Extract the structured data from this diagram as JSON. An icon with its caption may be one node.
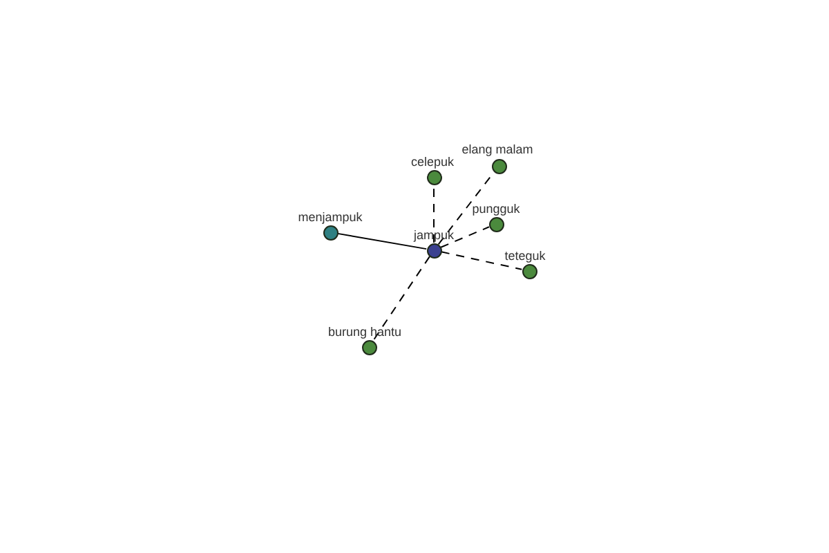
{
  "diagram": {
    "nodes": [
      {
        "text": [],
        "shape": "circle",
        "beside": [
          "jampuk"
        ]
      },
      {
        "text": [],
        "shape": "circle",
        "beside": [
          "menjampuk"
        ]
      },
      {
        "text": [],
        "shape": "circle",
        "beside": [
          "celepuk"
        ]
      },
      {
        "text": [],
        "shape": "circle",
        "beside": [
          "elang malam"
        ]
      },
      {
        "text": [],
        "shape": "circle",
        "beside": [
          "pungguk"
        ]
      },
      {
        "text": [],
        "shape": "circle",
        "beside": [
          "teteguk"
        ]
      },
      {
        "text": [],
        "shape": "circle",
        "beside": [
          "burung hantu"
        ]
      }
    ],
    "edges": [
      {
        "from": 0,
        "to": 1,
        "arrow": "none"
      },
      {
        "from": 0,
        "to": 2,
        "arrow": "none",
        "style": "dashed"
      },
      {
        "from": 0,
        "to": 3,
        "arrow": "none",
        "style": "dashed"
      },
      {
        "from": 0,
        "to": 4,
        "arrow": "none",
        "style": "dashed"
      },
      {
        "from": 0,
        "to": 5,
        "arrow": "none",
        "style": "dashed"
      },
      {
        "from": 0,
        "to": 6,
        "arrow": "none",
        "style": "dashed"
      }
    ]
  }
}
